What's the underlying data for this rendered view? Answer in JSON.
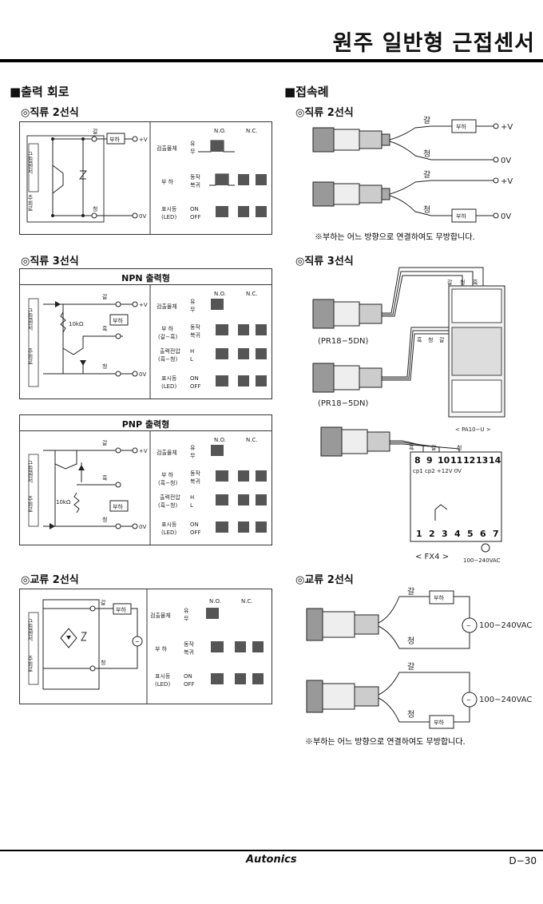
{
  "header": {
    "title": "원주 일반형 근접센서"
  },
  "left": {
    "heading": "■출력 회로",
    "dc2": {
      "title": "◎직류 2선식"
    },
    "dc3": {
      "title": "◎직류 3선식",
      "npn_title": "NPN 출력형",
      "pnp_title": "PNP 출력형"
    },
    "ac2": {
      "title": "◎교류 2선식"
    }
  },
  "right": {
    "heading": "■접속례",
    "dc2": {
      "title": "◎직류 2선식",
      "note": "※부하는 어느 방향으로 연결하여도 무방합니다."
    },
    "dc3": {
      "title": "◎직류 3선식",
      "sensor_model": "(PR18−5DN)",
      "controller": "< PA10−U >",
      "relay": "< FX4 >",
      "ac_supply": "100−240VAC"
    },
    "ac2": {
      "title": "◎교류 2선식",
      "supply": "100−240VAC",
      "note": "※부하는 어느 방향으로 연결하여도 무방합니다."
    }
  },
  "labels": {
    "brown": "갈",
    "blue": "청",
    "black": "흑",
    "vplus": "+V",
    "zerov": "0V",
    "load": "부하",
    "no": "N.O.",
    "nc": "N.C.",
    "sensor_v": "근접센서",
    "main_v": "주회로",
    "detect": "검출물체",
    "has": "유",
    "none": "무",
    "load_row": "부  하",
    "load_bb": "(갈−흑)",
    "load_bbl": "(흑−청)",
    "op": "동작",
    "rev": "복귀",
    "outv": "출력전압",
    "outv_bbl": "(흑−청)",
    "h": "H",
    "l": "L",
    "ind": "표시등",
    "led": "(LED)",
    "on": "ON",
    "off": "OFF",
    "r10k": "10kΩ"
  },
  "fx4": {
    "top_pins": [
      "8",
      "9",
      "10",
      "11",
      "12",
      "13",
      "14"
    ],
    "bottom_pins": [
      "1",
      "2",
      "3",
      "4",
      "5",
      "6",
      "7"
    ],
    "sub_labels": "cp1  cp2  +12V  0V"
  },
  "footer": {
    "brand": "Autonics",
    "page": "D−30"
  }
}
